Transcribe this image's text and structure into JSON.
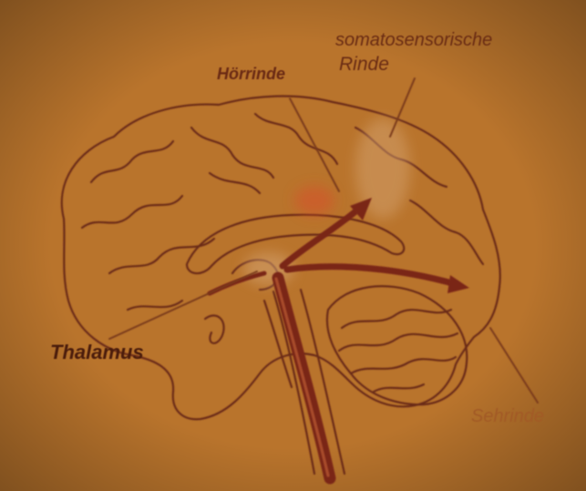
{
  "labels": {
    "somatosensory_line1": "somatosensorische",
    "somatosensory_line2": "Rinde",
    "auditory_cortex": "Hörrinde",
    "thalamus": "Thalamus",
    "visual_cortex": "Sehrinde"
  },
  "colors": {
    "background": "#b9742c",
    "outline": "#6b2c14",
    "pathway": "#7a2616",
    "highlight": "#d8a878",
    "auditory_highlight": "#d8502c",
    "label": "#5a2410",
    "label_faint": "#a25a26"
  }
}
